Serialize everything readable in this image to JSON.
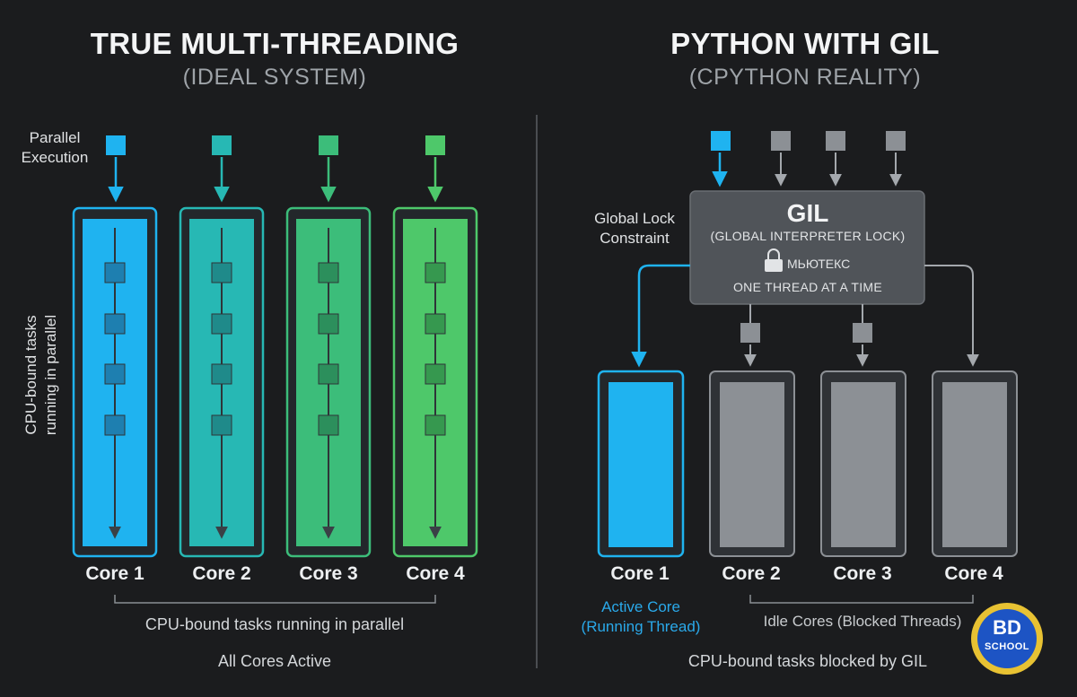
{
  "left": {
    "title": "TRUE MULTI-THREADING",
    "subtitle": "(IDEAL SYSTEM)",
    "parallel_label_line1": "Parallel",
    "parallel_label_line2": "Execution",
    "vertical_label_line1": "CPU-bound tasks",
    "vertical_label_line2": "running in parallel",
    "cores": [
      {
        "label": "Core 1",
        "color": "#1fb3f0"
      },
      {
        "label": "Core 2",
        "color": "#27b8b4"
      },
      {
        "label": "Core 3",
        "color": "#3cbd7a"
      },
      {
        "label": "Core 4",
        "color": "#4ec86a"
      }
    ],
    "caption_parallel": "CPU-bound tasks running in parallel",
    "caption_active": "All Cores Active"
  },
  "right": {
    "title": "PYTHON WITH GIL",
    "subtitle": "(CPYTHON REALITY)",
    "constraint_line1": "Global Lock",
    "constraint_line2": "Constraint",
    "gil": {
      "title": "GIL",
      "subtitle": "(GLOBAL INTERPRETER LOCK)",
      "lock_text": "МЬЮТЕКС",
      "lock_icon": "padlock-icon",
      "one_thread": "ONE THREAD AT A TIME"
    },
    "cores": [
      {
        "label": "Core 1",
        "state": "active",
        "color": "#1fb3f0"
      },
      {
        "label": "Core 2",
        "state": "idle",
        "color": "#8c9095"
      },
      {
        "label": "Core 3",
        "state": "idle",
        "color": "#8c9095"
      },
      {
        "label": "Core 4",
        "state": "idle",
        "color": "#8c9095"
      }
    ],
    "active_caption_line1": "Active Core",
    "active_caption_line2": "(Running Thread)",
    "idle_caption": "Idle Cores (Blocked Threads)",
    "bottom_caption": "CPU-bound tasks blocked by GIL"
  },
  "logo": {
    "line1": "BD",
    "line2": "SCHOOL"
  },
  "colors": {
    "background": "#1b1c1e",
    "active_blue": "#1fb3f0",
    "idle_gray": "#8c9095",
    "connector_gray": "#9a9ea3"
  }
}
